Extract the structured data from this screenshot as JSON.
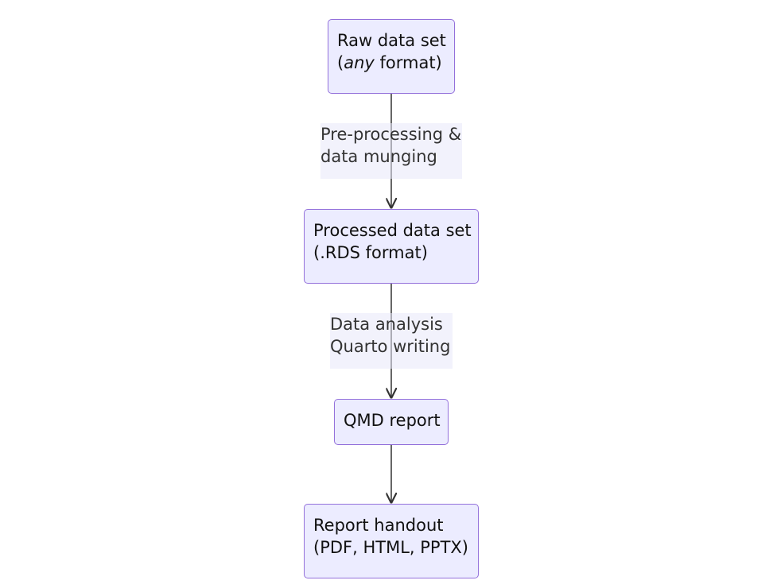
{
  "nodes": {
    "raw": {
      "line1": "Raw data set",
      "line2_em": "any",
      "line2_open": "(",
      "line2_rest": " format)"
    },
    "processed": {
      "line1": "Processed data set",
      "line2": "(.RDS format)"
    },
    "qmd": {
      "line1": "QMD report"
    },
    "handout": {
      "line1": "Report handout",
      "line2": "(PDF, HTML, PPTX)"
    }
  },
  "edges": {
    "raw_to_processed": {
      "line1": "Pre-processing &",
      "line2": "data munging"
    },
    "processed_to_qmd": {
      "line1": "Data analysis",
      "line2": "Quarto writing"
    }
  },
  "colors": {
    "node_fill": "#ececff",
    "node_border": "#9370db",
    "edge_stroke": "#333333",
    "label_bg": "#e8e8fa"
  }
}
